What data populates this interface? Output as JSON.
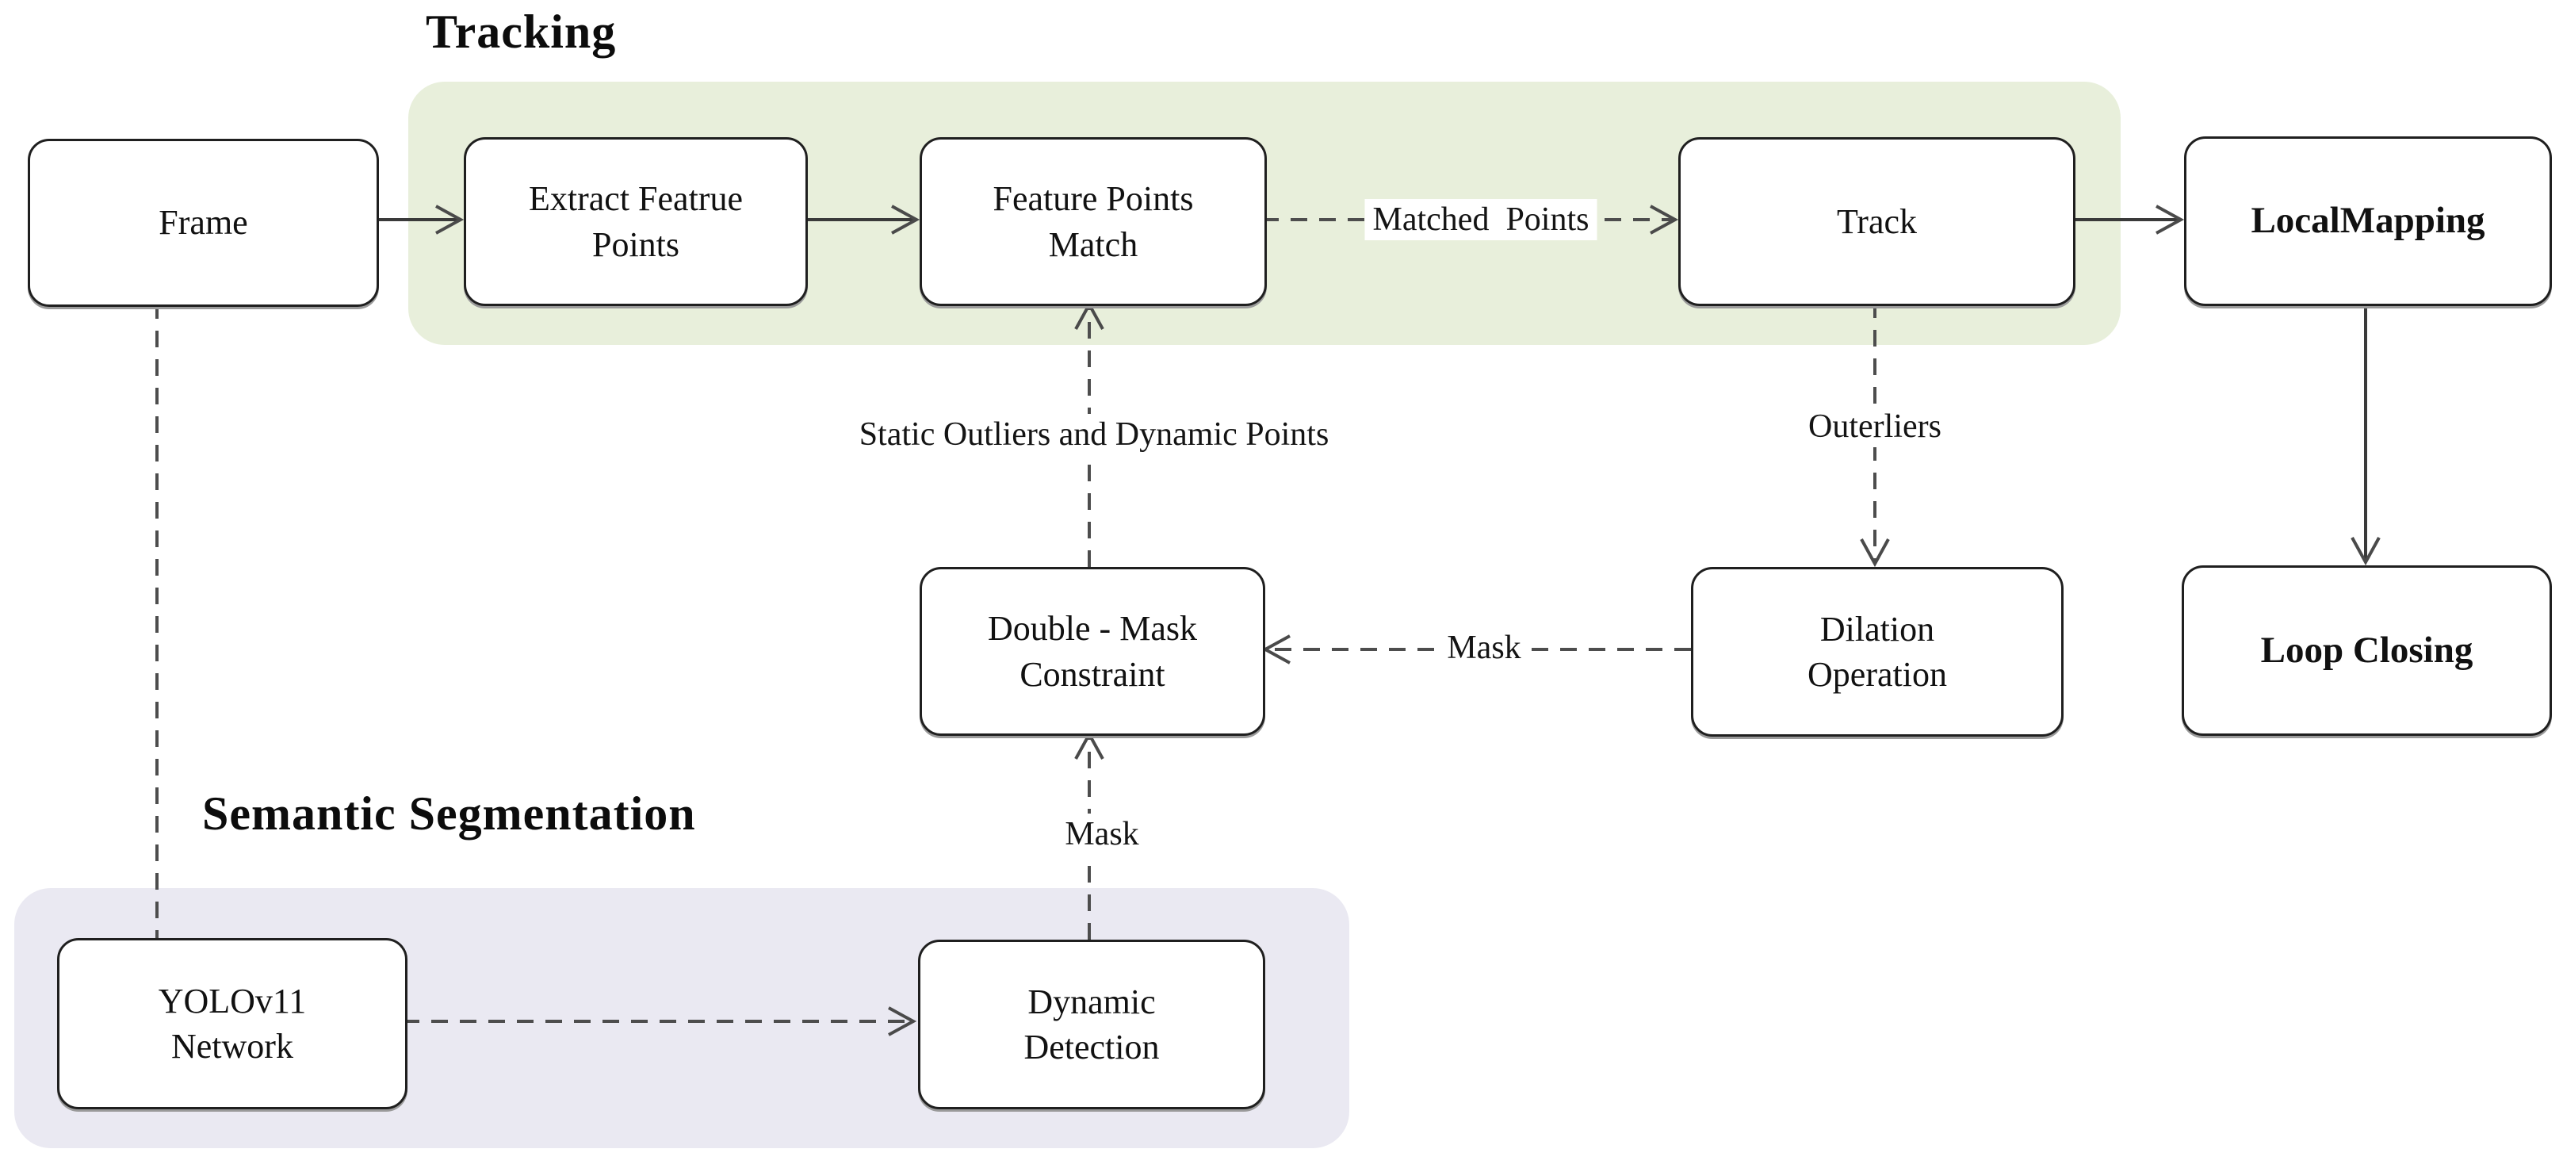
{
  "diagram": {
    "sections": {
      "tracking": {
        "title": "Tracking"
      },
      "semantic_segmentation": {
        "title": "Semantic Segmentation"
      }
    },
    "nodes": {
      "frame": {
        "label": "Frame"
      },
      "extract_feature_points": {
        "label": "Extract Featrue\nPoints"
      },
      "feature_points_match": {
        "label": "Feature Points\nMatch"
      },
      "track": {
        "label": "Track"
      },
      "local_mapping": {
        "label": "LocalMapping"
      },
      "double_mask_constraint": {
        "label": "Double - Mask\nConstraint"
      },
      "dilation_operation": {
        "label": "Dilation\nOperation"
      },
      "loop_closing": {
        "label": "Loop Closing"
      },
      "yolov11_network": {
        "label": "YOLOv11\nNetwork"
      },
      "dynamic_detection": {
        "label": "Dynamic\nDetection"
      }
    },
    "edge_labels": {
      "matched_points": "Matched  Points",
      "outerliers": "Outerliers",
      "static_outliers_and_dynamic_points": "Static Outliers and Dynamic Points",
      "mask_horizontal": "Mask",
      "mask_vertical": "Mask"
    },
    "colors": {
      "tracking_panel_bg": "#e8efdb",
      "segmentation_panel_bg": "#eae9f2",
      "node_bg": "#ffffff",
      "node_border": "#1f1f1f",
      "solid_line": "#3a3a3a",
      "dashed_line": "#4d4d4d"
    }
  }
}
